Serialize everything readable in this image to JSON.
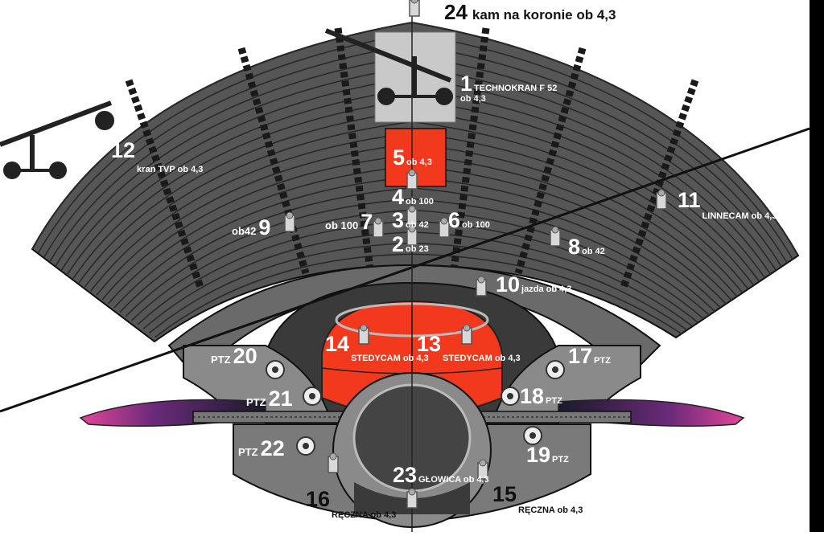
{
  "title": {
    "number": "24",
    "text": "kam na koronie ob 4,3"
  },
  "positions": [
    {
      "id": "p1",
      "number": "1",
      "sub": "TECHNOKRAN F 52",
      "sub2": "ob 4,3"
    },
    {
      "id": "p2",
      "number": "2",
      "sub": "ob 23"
    },
    {
      "id": "p3",
      "number": "3",
      "sub": "ob 42"
    },
    {
      "id": "p4",
      "number": "4",
      "sub": "ob 100"
    },
    {
      "id": "p5",
      "number": "5",
      "sub": "ob 4,3"
    },
    {
      "id": "p6",
      "number": "6",
      "sub": "ob 100"
    },
    {
      "id": "p7",
      "number": "7",
      "sub": "ob 100"
    },
    {
      "id": "p8",
      "number": "8",
      "sub": "ob 42"
    },
    {
      "id": "p9",
      "number": "9",
      "sub": "ob42"
    },
    {
      "id": "p10",
      "number": "10",
      "sub": "jazda ob 4,3"
    },
    {
      "id": "p11",
      "number": "11",
      "sub": "LINNECAM ob 4,3"
    },
    {
      "id": "p12",
      "number": "12",
      "sub": "kran TVP ob 4,3"
    },
    {
      "id": "p13",
      "number": "13",
      "sub": "STEDYCAM ob 4,3"
    },
    {
      "id": "p14",
      "number": "14",
      "sub": "STEDYCAM ob 4,3"
    },
    {
      "id": "p15",
      "number": "15",
      "sub": "RĘCZNA ob 4,3"
    },
    {
      "id": "p16",
      "number": "16",
      "sub": "RĘCZNA ob 4,3"
    },
    {
      "id": "p17",
      "number": "17",
      "sub": "PTZ"
    },
    {
      "id": "p18",
      "number": "18",
      "sub": "PTZ"
    },
    {
      "id": "p19",
      "number": "19",
      "sub": "PTZ"
    },
    {
      "id": "p20",
      "number": "20",
      "sub": "PTZ"
    },
    {
      "id": "p21",
      "number": "21",
      "sub": "PTZ"
    },
    {
      "id": "p22",
      "number": "22",
      "sub": "PTZ"
    },
    {
      "id": "p23",
      "number": "23",
      "sub": "GŁOWICA ob 4,3"
    }
  ],
  "colors": {
    "stage_red": "#f2391e",
    "seating": "#4a4a4a",
    "outline": "#111111",
    "floor": "#8c8c8c"
  }
}
